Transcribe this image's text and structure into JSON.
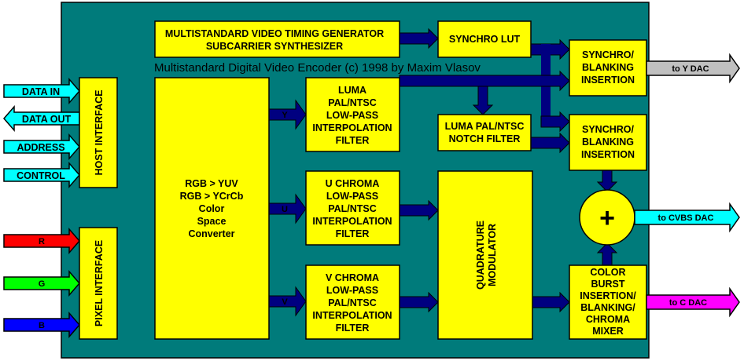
{
  "colors": {
    "chip_bg": "#007b7b",
    "block": "#ffff00",
    "bus": "#000080",
    "data_arrows": "#00ffff",
    "r": "#ff0000",
    "g": "#00ff00",
    "b": "#0000ff",
    "y_dac": "#c0c0c0",
    "cvbs_dac": "#00ffff",
    "c_dac": "#ff00ff"
  },
  "title": "Multistandard Digital Video Encoder (c) 1998 by Maxim Vlasov",
  "blocks": {
    "timing": [
      "MULTISTANDARD VIDEO TIMING GENERATOR",
      "SUBCARRIER SYNTHESIZER"
    ],
    "synchro_lut": [
      "SYNCHRO LUT"
    ],
    "host_interface": "HOST INTERFACE",
    "pixel_interface": "PIXEL INTERFACE",
    "csc": [
      "RGB > YUV",
      "RGB > YCrCb",
      "Color",
      "Space",
      "Converter"
    ],
    "luma_filter": [
      "LUMA",
      "PAL/NTSC",
      "LOW-PASS",
      "INTERPOLATION",
      "FILTER"
    ],
    "u_filter": [
      "U CHROMA",
      "LOW-PASS",
      "PAL/NTSC",
      "INTERPOLATION",
      "FILTER"
    ],
    "v_filter": [
      "V CHROMA",
      "LOW-PASS",
      "PAL/NTSC",
      "INTERPOLATION",
      "FILTER"
    ],
    "notch": [
      "LUMA PAL/NTSC",
      "NOTCH FILTER"
    ],
    "quad_mod": [
      "QUADRATURE",
      "MODULATOR"
    ],
    "sync_blank_1": [
      "SYNCHRO/",
      "BLANKING",
      "INSERTION"
    ],
    "sync_blank_2": [
      "SYNCHRO/",
      "BLANKING",
      "INSERTION"
    ],
    "burst": [
      "COLOR",
      "BURST",
      "INSERTION/",
      "BLANKING/",
      "CHROMA",
      "MIXER"
    ],
    "adder": "+"
  },
  "host_signals": [
    "DATA IN",
    "DATA OUT",
    "ADDRESS",
    "CONTROL"
  ],
  "pixel_signals": [
    "R",
    "G",
    "B"
  ],
  "bus_labels": {
    "y": "Y",
    "u": "U",
    "v": "V"
  },
  "outputs": [
    "to Y DAC",
    "to CVBS DAC",
    "to C DAC"
  ]
}
